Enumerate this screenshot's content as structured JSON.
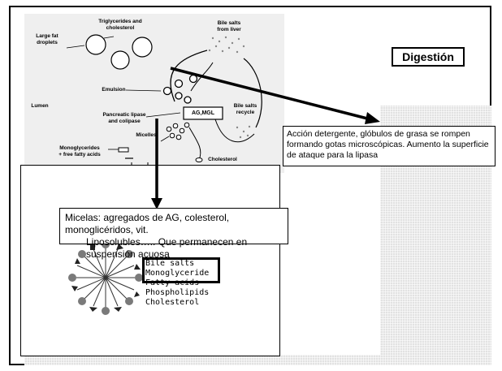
{
  "title": "Digestión",
  "diagram": {
    "labels": {
      "large_fat": [
        "Large fat",
        "droplets"
      ],
      "triglycerides": [
        "Triglycerides and",
        "cholesterol"
      ],
      "bile_liver": [
        "Bile salts",
        "from liver"
      ],
      "emulsion": "Emulsion",
      "lumen": "Lumen",
      "pancreatic": [
        "Pancreatic lipase",
        "and colipase"
      ],
      "ag_mgl": "AG,MGL",
      "bile_recycle": [
        "Bile salts",
        "recycle"
      ],
      "micelles": "Micelles",
      "monoglycerides": [
        "Monoglycerides",
        "+ free fatty acids"
      ],
      "cholesterol": "Cholesterol"
    }
  },
  "notes": {
    "emulsion": "Acción detergente, glóbulos de grasa se rompen formando gotas microscópicas. Aumento la superficie de ataque para la lipasa",
    "micelas_line1": "Micelas: agregados de AG, colesterol, monoglicéridos, vit.",
    "micelas_line2": "Liposolubles….. Que permanecen en suspensión acuosa"
  },
  "micelle_legend": [
    "Bile salts",
    "Monoglyceride",
    "Fatty acids",
    "Phospholipids",
    "Cholesterol"
  ],
  "colors": {
    "frame": "#000000",
    "panel": "#efefef",
    "hatch": "#e2e2e2",
    "micelle_head": "#7a7a7a"
  }
}
